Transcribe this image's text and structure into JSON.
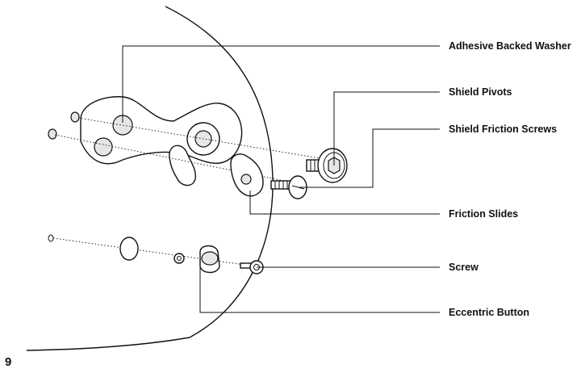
{
  "callouts": [
    {
      "id": "adhesive-backed-washer",
      "label": "Adhesive Backed Washer"
    },
    {
      "id": "shield-pivots",
      "label": "Shield Pivots"
    },
    {
      "id": "shield-friction-screws",
      "label": "Shield Friction Screws"
    },
    {
      "id": "friction-slides",
      "label": "Friction Slides"
    },
    {
      "id": "screw",
      "label": "Screw"
    },
    {
      "id": "eccentric-button",
      "label": "Eccentric Button"
    }
  ],
  "page_number": "9"
}
